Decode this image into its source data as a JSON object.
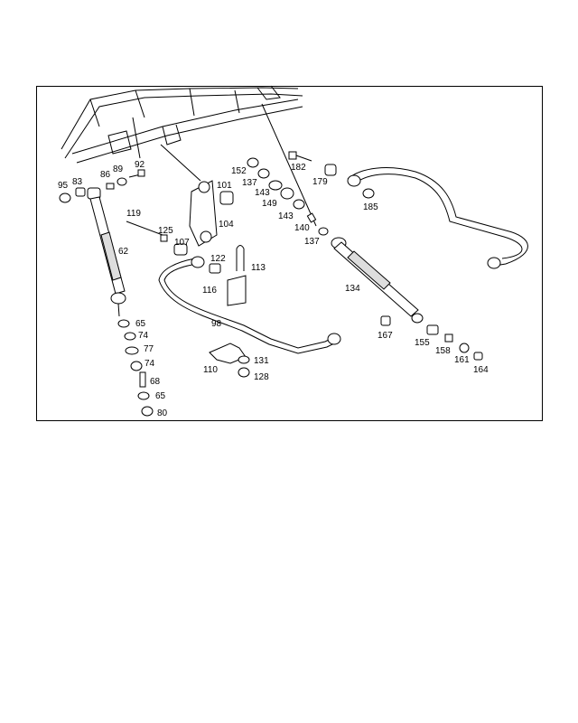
{
  "diagram": {
    "labels": {
      "l95": "95",
      "l83": "83",
      "l86": "86",
      "l89": "89",
      "l92": "92",
      "l119": "119",
      "l125": "125",
      "l62": "62",
      "l101": "101",
      "l104": "104",
      "l107": "107",
      "l122": "122",
      "l113": "113",
      "l116": "116",
      "l98": "98",
      "l65a": "65",
      "l74a": "74",
      "l77": "77",
      "l74b": "74",
      "l68": "68",
      "l65b": "65",
      "l80": "80",
      "l110": "110",
      "l131": "131",
      "l128": "128",
      "l152": "152",
      "l137a": "137",
      "l143a": "143",
      "l149": "149",
      "l143b": "143",
      "l140": "140",
      "l137b": "137",
      "l182": "182",
      "l179": "179",
      "l185": "185",
      "l134": "134",
      "l167": "167",
      "l155": "155",
      "l158": "158",
      "l161": "161",
      "l164": "164"
    }
  }
}
